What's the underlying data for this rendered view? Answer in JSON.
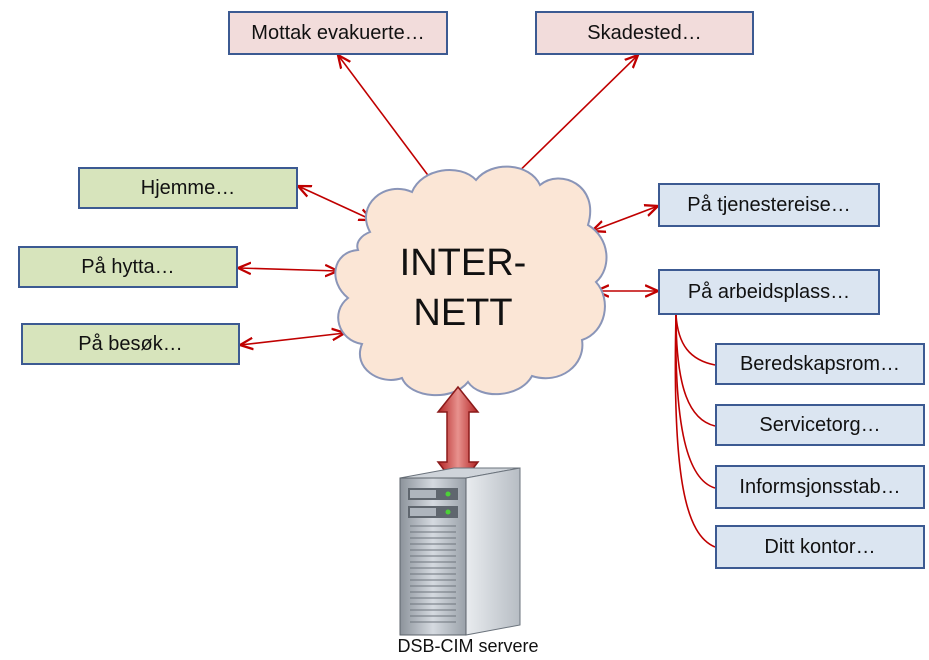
{
  "cloud": {
    "line1": "INTER-",
    "line2": "NETT"
  },
  "server": {
    "label": "DSB-CIM servere"
  },
  "top_nodes": [
    {
      "label": "Mottak evakuerte…"
    },
    {
      "label": "Skadested…"
    }
  ],
  "left_nodes": [
    {
      "label": "Hjemme…"
    },
    {
      "label": "På hytta…"
    },
    {
      "label": "På besøk…"
    }
  ],
  "right_nodes": [
    {
      "label": "På tjenestereise…"
    },
    {
      "label": "På arbeidsplass…"
    }
  ],
  "workplace_children": [
    {
      "label": "Beredskapsrom…"
    },
    {
      "label": "Servicetorg…"
    },
    {
      "label": "Informsjonsstab…"
    },
    {
      "label": "Ditt kontor…"
    }
  ],
  "colors": {
    "connector": "#c00000",
    "node_border": "#3c5a92",
    "pink_fill": "#f2dcdb",
    "green_fill": "#d7e4bc",
    "blue_fill": "#dbe5f1",
    "cloud_fill": "#fbe6d6",
    "cloud_stroke": "#8a95b8"
  }
}
